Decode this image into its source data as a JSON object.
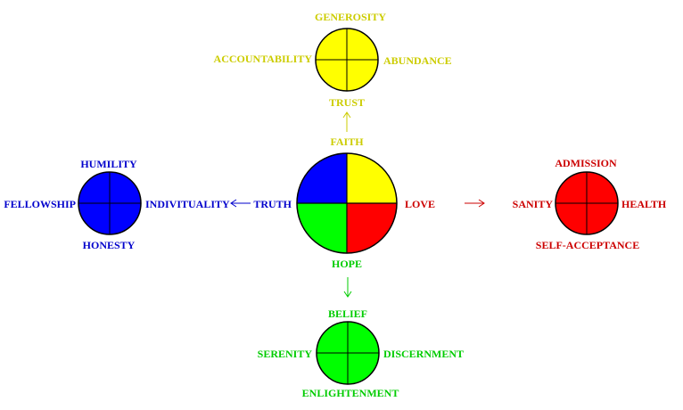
{
  "colors": {
    "yellow": "#ffff00",
    "yellow_text": "#cccc00",
    "blue": "#0000ff",
    "blue_text": "#0000cc",
    "red": "#ff0000",
    "red_text": "#cc0000",
    "green": "#00ff00",
    "green_text": "#00cc00",
    "outline": "#000000"
  },
  "center": {
    "top_label": "FAITH",
    "left_label": "TRUTH",
    "right_label": "LOVE",
    "bottom_label": "HOPE"
  },
  "top_wheel": {
    "color": "yellow",
    "top": "GENEROSITY",
    "left": "ACCOUNTABILITY",
    "right": "ABUNDANCE",
    "bottom": "TRUST"
  },
  "left_wheel": {
    "color": "blue",
    "top": "HUMILITY",
    "left": "FELLOWSHIP",
    "right": "INDIVITUALITY",
    "bottom": "HONESTY"
  },
  "right_wheel": {
    "color": "red",
    "top": "ADMISSION",
    "left": "SANITY",
    "right": "HEALTH",
    "bottom": "SELF-ACCEPTANCE"
  },
  "bottom_wheel": {
    "color": "green",
    "top": "BELIEF",
    "left": "SERENITY",
    "right": "DISCERNMENT",
    "bottom": "ENLIGHTENMENT"
  }
}
